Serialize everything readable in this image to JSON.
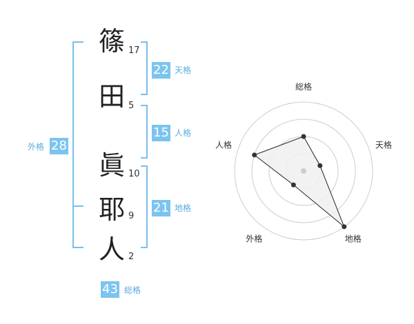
{
  "name": {
    "surname": [
      {
        "char": "篠",
        "strokes": "17"
      },
      {
        "char": "田",
        "strokes": "5"
      }
    ],
    "given": [
      {
        "char": "眞",
        "strokes": "10"
      },
      {
        "char": "耶",
        "strokes": "9"
      },
      {
        "char": "人",
        "strokes": "2"
      }
    ]
  },
  "fortunes": {
    "tenkaku": {
      "label": "天格",
      "value": "22"
    },
    "jinkaku": {
      "label": "人格",
      "value": "15"
    },
    "chikaku": {
      "label": "地格",
      "value": "21"
    },
    "gaikaku": {
      "label": "外格",
      "value": "28"
    },
    "soukaku": {
      "label": "総格",
      "value": "43"
    }
  },
  "colors": {
    "accent": "#7cc4f0",
    "bracket": "#78bfea",
    "text": "#222222",
    "label": "#5aace0"
  },
  "chart_data": {
    "type": "radar",
    "axes": [
      "総格",
      "天格",
      "地格",
      "外格",
      "人格"
    ],
    "rings": 4,
    "max": 4,
    "values": [
      2,
      1,
      4,
      1,
      3
    ],
    "fill": "#f0f0f0",
    "stroke": "#222222"
  }
}
